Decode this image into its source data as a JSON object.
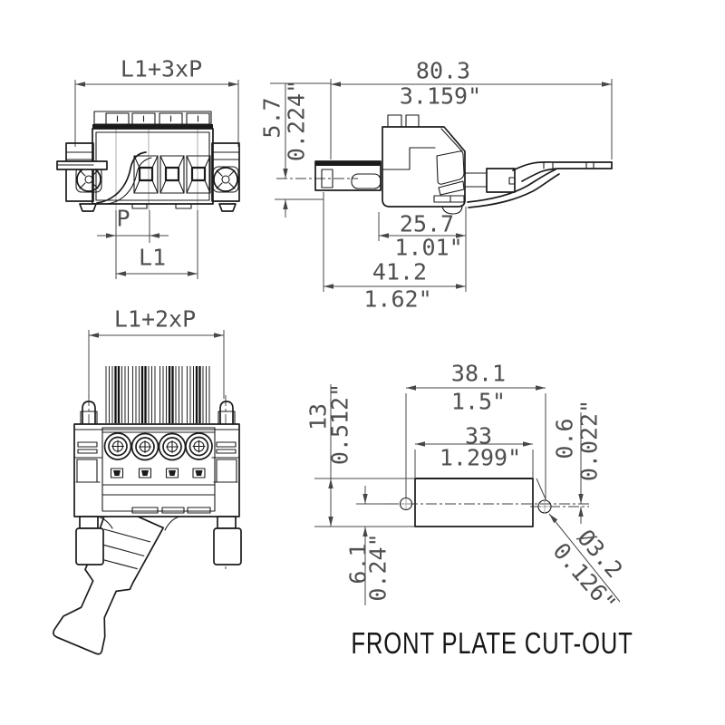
{
  "drawing_type": "connector-dimension-drawing",
  "views": {
    "plug_front": {
      "overall": "L1+3xP",
      "pitch": "P",
      "l1": "L1"
    },
    "plug_side": {
      "total_mm": "80.3",
      "total_in": "3.159\"",
      "height_mm": "5.7",
      "height_in": "0.224\"",
      "body_mm": "25.7",
      "body_in": "1.01\"",
      "length_mm": "41.2",
      "length_in": "1.62\""
    },
    "socket_front": {
      "overall": "L1+2xP"
    },
    "front_plate_cutout": {
      "caption": "FRONT PLATE CUT-OUT",
      "hole_spacing_mm": "38.1",
      "hole_spacing_in": "1.5\"",
      "cutout_width_mm": "33",
      "cutout_width_in": "1.299\"",
      "cutout_height_mm": "13",
      "cutout_height_in": "0.512\"",
      "center_height_mm": "6.1",
      "center_height_in": "0.24\"",
      "offset_mm": "0.6",
      "offset_in": "0.022\"",
      "hole_dia_mm": "Ø3.2",
      "hole_dia_in": "0.126\""
    }
  },
  "colors": {
    "line": "#1b1b1b",
    "dim_text": "#4f4f4f",
    "background": "#ffffff"
  }
}
